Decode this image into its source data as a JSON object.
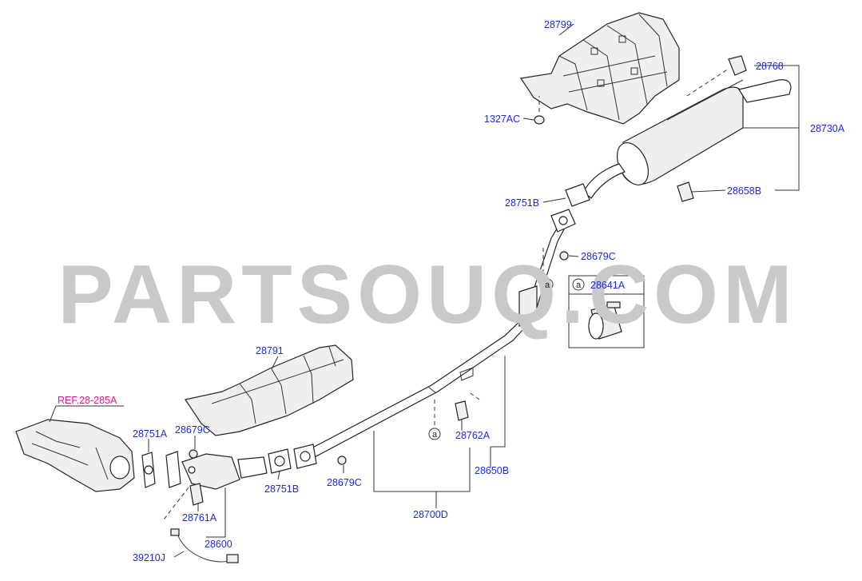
{
  "watermark": "PARTSOUQ.COM",
  "reference_link": "REF.28-285A",
  "detail_box": {
    "marker": "a",
    "part": "28641A"
  },
  "callout_marker": "a",
  "labels": {
    "p28799": "28799",
    "p28768": "28768",
    "p1327AC": "1327AC",
    "p28730A": "28730A",
    "p28751B_top": "28751B",
    "p28658B": "28658B",
    "p28679C_top": "28679C",
    "p28791": "28791",
    "p28751A": "28751A",
    "p28679C_left": "28679C",
    "p28762A": "28762A",
    "p28650B": "28650B",
    "p28751B_bottom": "28751B",
    "p28679C_bottom": "28679C",
    "p28700D": "28700D",
    "p28761A": "28761A",
    "p28600": "28600",
    "p39210J": "39210J"
  }
}
